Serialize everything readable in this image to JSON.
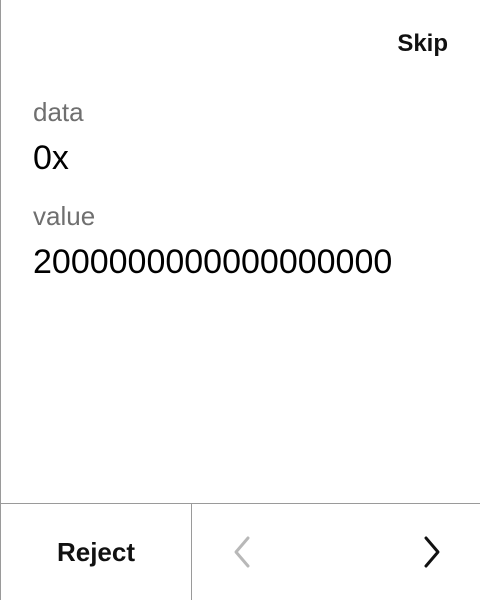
{
  "header": {
    "skip_label": "Skip"
  },
  "fields": [
    {
      "label": "data",
      "value": "0x"
    },
    {
      "label": "value",
      "value": "2000000000000000000"
    }
  ],
  "footer": {
    "reject_label": "Reject",
    "prev_icon": "chevron-left-icon",
    "next_icon": "chevron-right-icon",
    "prev_enabled": false,
    "next_enabled": true,
    "colors": {
      "enabled": "#111111",
      "disabled": "#b8b8b8"
    }
  }
}
